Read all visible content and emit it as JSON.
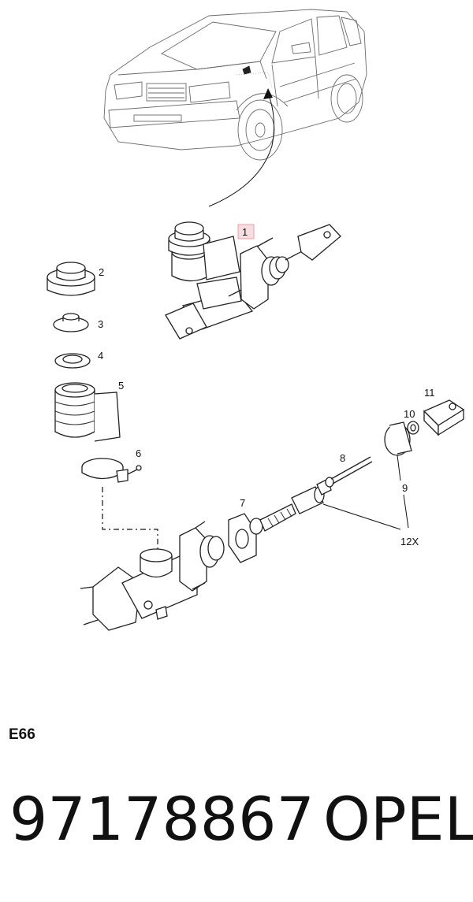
{
  "diagram": {
    "callouts": {
      "c1": "1",
      "c2": "2",
      "c3": "3",
      "c4": "4",
      "c5": "5",
      "c6": "6",
      "c7": "7",
      "c8": "8",
      "c9": "9",
      "c10": "10",
      "c11": "11",
      "c12": "12X"
    },
    "highlight_color": "#e8a0a8"
  },
  "footer": {
    "group_code": "E66",
    "part_number": "97178867",
    "brand": "OPEL"
  }
}
